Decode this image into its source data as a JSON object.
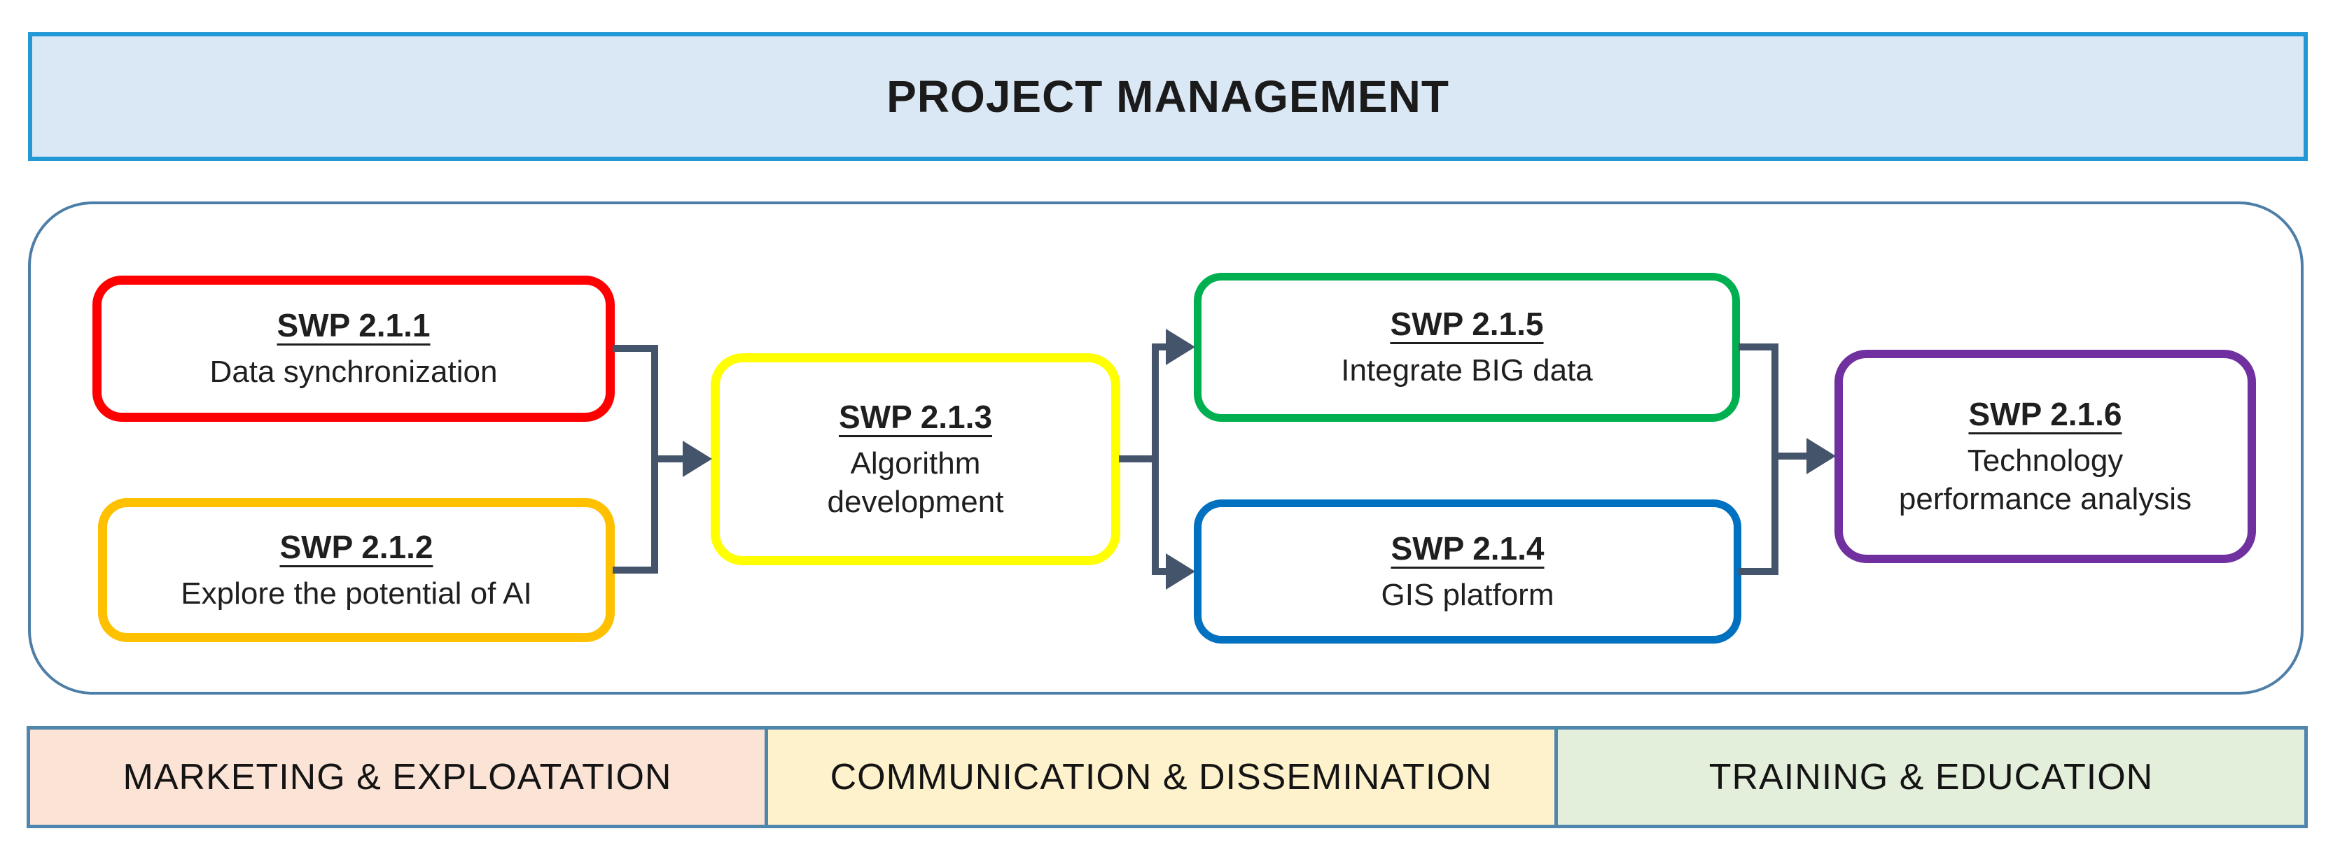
{
  "banner": {
    "title": "PROJECT MANAGEMENT"
  },
  "boxes": [
    {
      "id": "SWP 2.1.1",
      "title": "SWP 2.1.1",
      "label": "Data synchronization",
      "color": "#FF0000"
    },
    {
      "id": "SWP 2.1.2",
      "title": "SWP 2.1.2",
      "label": "Explore the potential of AI",
      "color": "#FFC000"
    },
    {
      "id": "SWP 2.1.3",
      "title": "SWP 2.1.3",
      "label": "Algorithm\ndevelopment",
      "color": "#FFFF00"
    },
    {
      "id": "SWP 2.1.4",
      "title": "SWP 2.1.4",
      "label": "GIS platform",
      "color": "#0070C0"
    },
    {
      "id": "SWP 2.1.5",
      "title": "SWP 2.1.5",
      "label": "Integrate BIG data",
      "color": "#00B050"
    },
    {
      "id": "SWP 2.1.6",
      "title": "SWP 2.1.6",
      "label": "Technology\nperformance analysis",
      "color": "#7030A0"
    }
  ],
  "footer_bars": [
    {
      "label": "MARKETING & EXPLOATATION",
      "fill": "#FBE3D6"
    },
    {
      "label": "COMMUNICATION & DISSEMINATION",
      "fill": "#FEF2CC"
    },
    {
      "label": "TRAINING & EDUCATION",
      "fill": "#E3EFDB"
    }
  ],
  "colors": {
    "banner_fill": "#DAE8F5",
    "banner_border": "#2298D5",
    "container_border": "#4D7EA8",
    "connector": "#44546A",
    "footer_border": "#4F86AD",
    "text": "#1F1F1F"
  }
}
